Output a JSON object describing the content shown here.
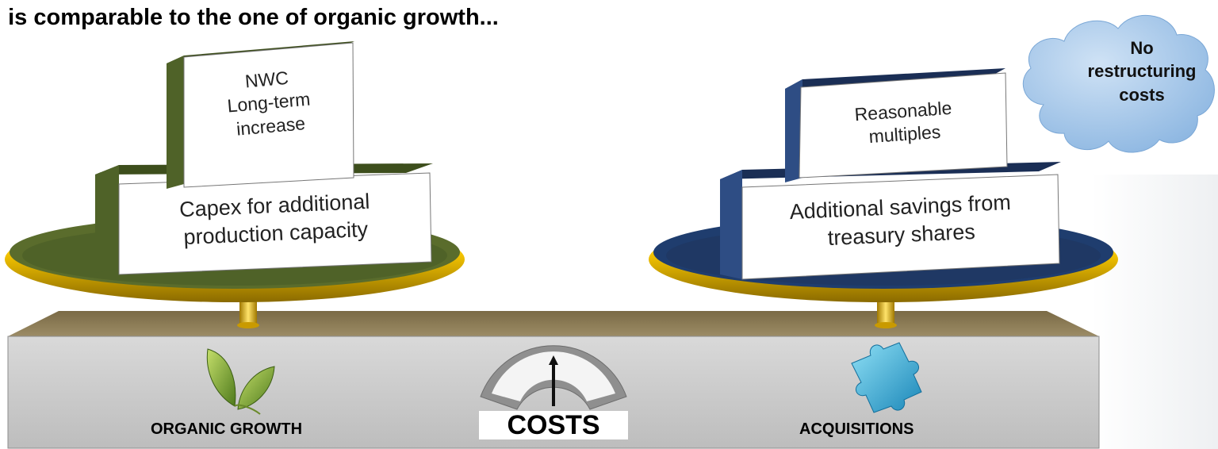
{
  "title": "l is comparable to the one of organic growth...",
  "cloud": {
    "lines": [
      "No",
      "restructuring",
      "costs"
    ]
  },
  "left_pan": {
    "top_box": {
      "lines": [
        "NWC",
        "Long-term",
        "increase"
      ]
    },
    "bottom_box": {
      "lines": [
        "Capex for additional",
        "production capacity"
      ]
    },
    "color": "#4f6228"
  },
  "right_pan": {
    "top_box": {
      "lines": [
        "Reasonable",
        "multiples"
      ]
    },
    "bottom_box": {
      "lines": [
        "Additional savings from",
        "treasury shares"
      ]
    },
    "color": "#1f3864"
  },
  "base": {
    "left_label": "ORGANIC GROWTH",
    "center_label": "COSTS",
    "right_label": "ACQUISITIONS",
    "left_icon": "leaves-icon",
    "center_icon": "gauge-icon",
    "right_icon": "puzzle-piece-icon"
  },
  "colors": {
    "gold": "#f2c200",
    "base_gray": "#c9c9c9",
    "cloud": "#9dc3e6"
  }
}
